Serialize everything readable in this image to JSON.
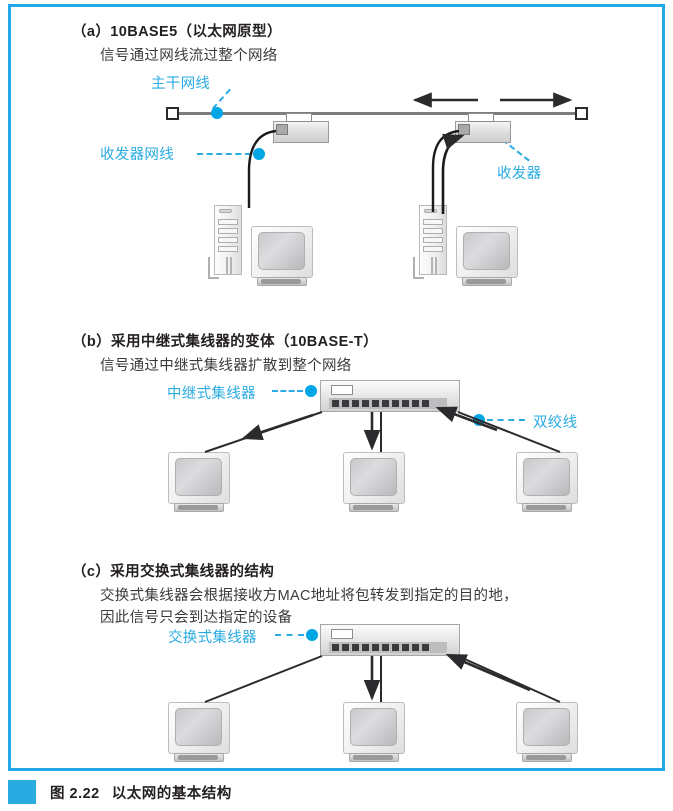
{
  "figure": {
    "border_color": "#21a8e8",
    "accent_color": "#29abe2",
    "caption_number": "图 2.22",
    "caption_text": "以太网的基本结构"
  },
  "sections": [
    {
      "id": "a",
      "title": "（a）10BASE5（以太网原型）",
      "subtitle": "信号通过网线流过整个网络",
      "labels": [
        {
          "name": "backbone-cable",
          "text": "主干网线"
        },
        {
          "name": "transceiver-cable",
          "text": "收发器网线"
        },
        {
          "name": "transceiver",
          "text": "收发器"
        }
      ]
    },
    {
      "id": "b",
      "title": "（b）采用中继式集线器的变体（10BASE-T）",
      "subtitle": "信号通过中继式集线器扩散到整个网络",
      "labels": [
        {
          "name": "repeater-hub",
          "text": "中继式集线器"
        },
        {
          "name": "twisted-pair",
          "text": "双绞线"
        }
      ]
    },
    {
      "id": "c",
      "title": "（c）采用交换式集线器的结构",
      "subtitle_line1": "交换式集线器会根据接收方MAC地址将包转发到指定的目的地，",
      "subtitle_line2": "因此信号只会到达指定的设备",
      "labels": [
        {
          "name": "switching-hub",
          "text": "交换式集线器"
        }
      ]
    }
  ],
  "hub": {
    "port_count": 10
  }
}
